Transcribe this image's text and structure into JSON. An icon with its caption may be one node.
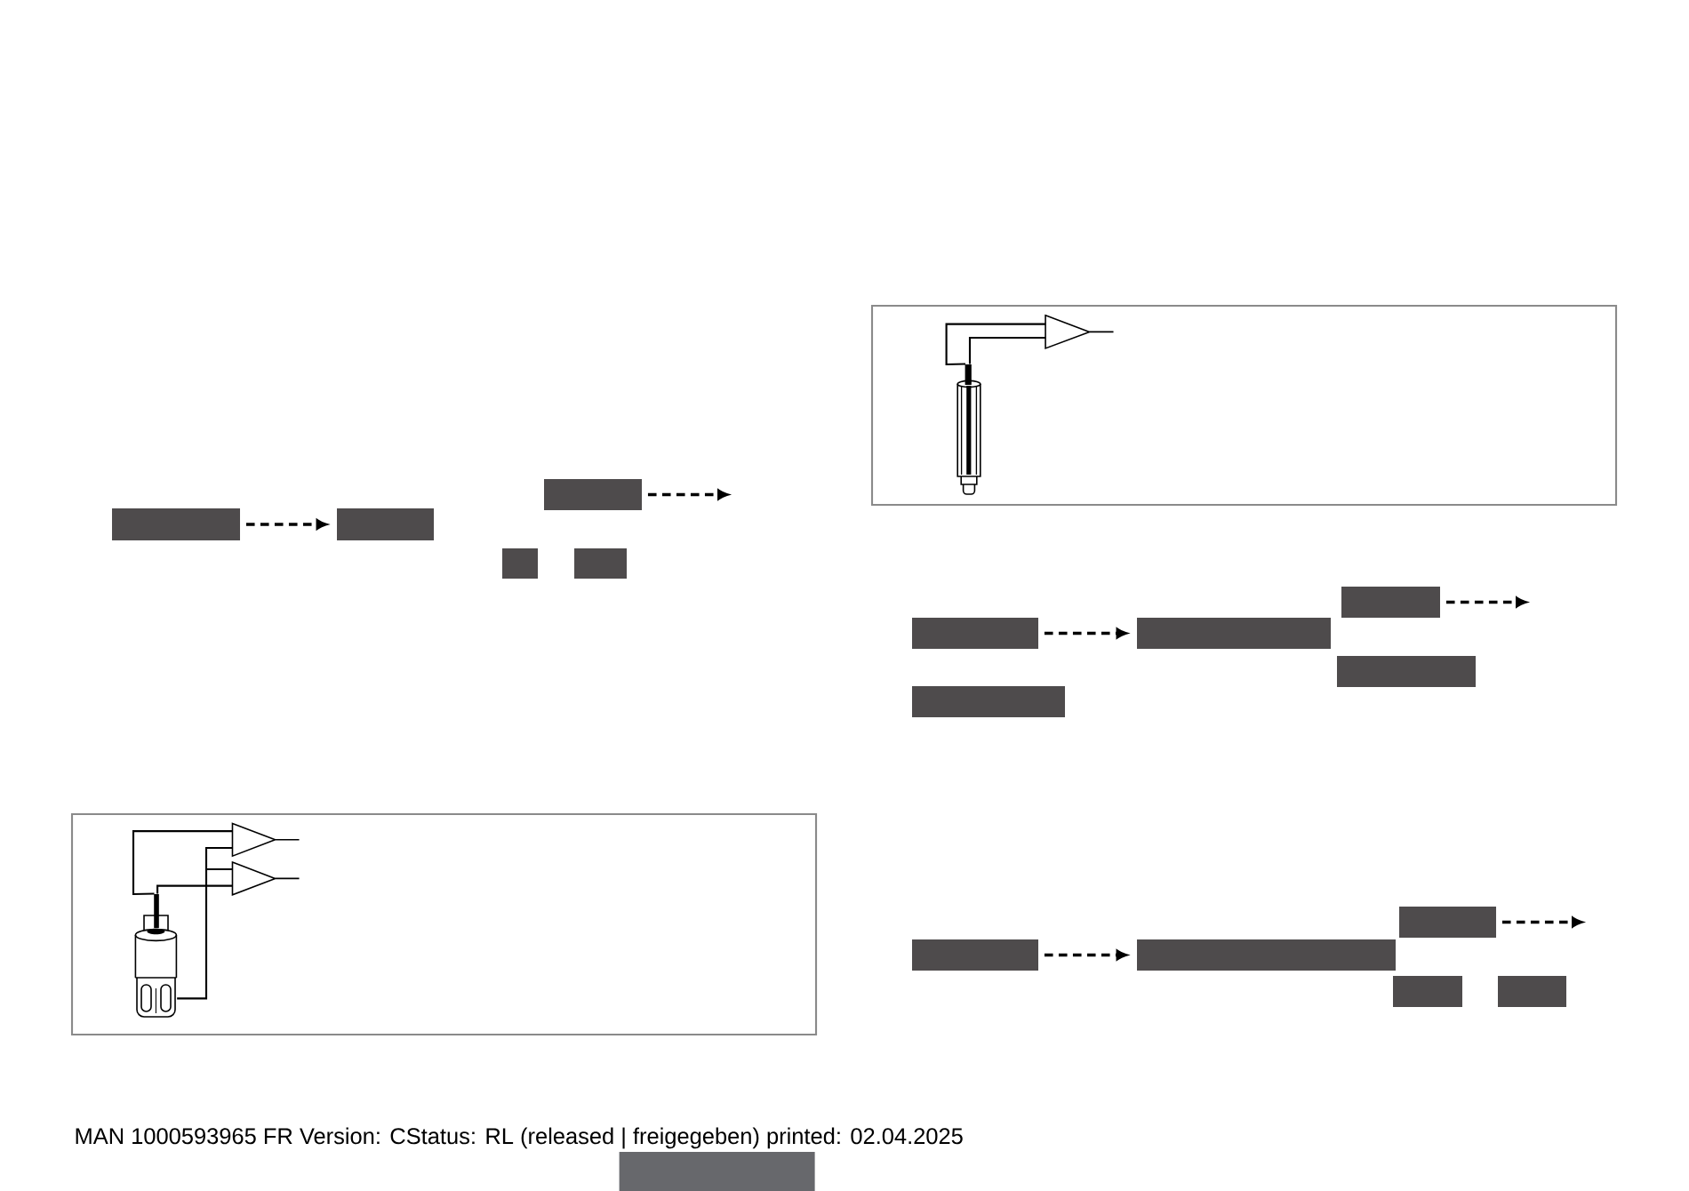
{
  "diagram": {
    "nodes": [
      {
        "text": [],
        "shape": "box"
      },
      {
        "text": [],
        "shape": "box"
      },
      {
        "text": [],
        "shape": "box"
      },
      {
        "text": [],
        "shape": "box"
      },
      {
        "text": [],
        "shape": "box"
      },
      {
        "text": [],
        "shape": "picture"
      },
      {
        "text": [],
        "shape": "triangle"
      },
      {
        "text": [],
        "shape": "triangle"
      },
      {
        "text": [],
        "shape": "picture"
      },
      {
        "text": [],
        "shape": "triangle"
      },
      {
        "text": [],
        "shape": "box"
      },
      {
        "text": [],
        "shape": "box"
      },
      {
        "text": [],
        "shape": "box"
      },
      {
        "text": [],
        "shape": "box"
      },
      {
        "text": [],
        "shape": "box"
      },
      {
        "text": [],
        "shape": "box"
      },
      {
        "text": [],
        "shape": "box"
      },
      {
        "text": [],
        "shape": "box"
      },
      {
        "text": [],
        "shape": "box"
      },
      {
        "text": [],
        "shape": "box"
      }
    ],
    "edges": [
      {
        "from": 0,
        "to": 1,
        "arrow": "to",
        "style": "dashed"
      },
      {
        "from": 2,
        "to": null,
        "arrow": "to",
        "style": "dashed"
      },
      {
        "from": 5,
        "to": 6,
        "arrow": "none"
      },
      {
        "from": 5,
        "to": 7,
        "arrow": "none"
      },
      {
        "from": 5,
        "to": 6,
        "arrow": "none"
      },
      {
        "from": 5,
        "to": 7,
        "arrow": "none"
      },
      {
        "from": 8,
        "to": 9,
        "arrow": "none"
      },
      {
        "from": 8,
        "to": 9,
        "arrow": "none"
      },
      {
        "from": 10,
        "to": 11,
        "arrow": "to",
        "style": "dashed"
      },
      {
        "from": 12,
        "to": null,
        "arrow": "to",
        "style": "dashed"
      },
      {
        "from": 15,
        "to": 16,
        "arrow": "to",
        "style": "dashed"
      },
      {
        "from": 17,
        "to": null,
        "arrow": "to",
        "style": "dashed"
      }
    ],
    "labels": [
      "MAN 1000593965 FR Version: CStatus: RL (released | freigegeben) printed: 02.04.2025"
    ]
  }
}
